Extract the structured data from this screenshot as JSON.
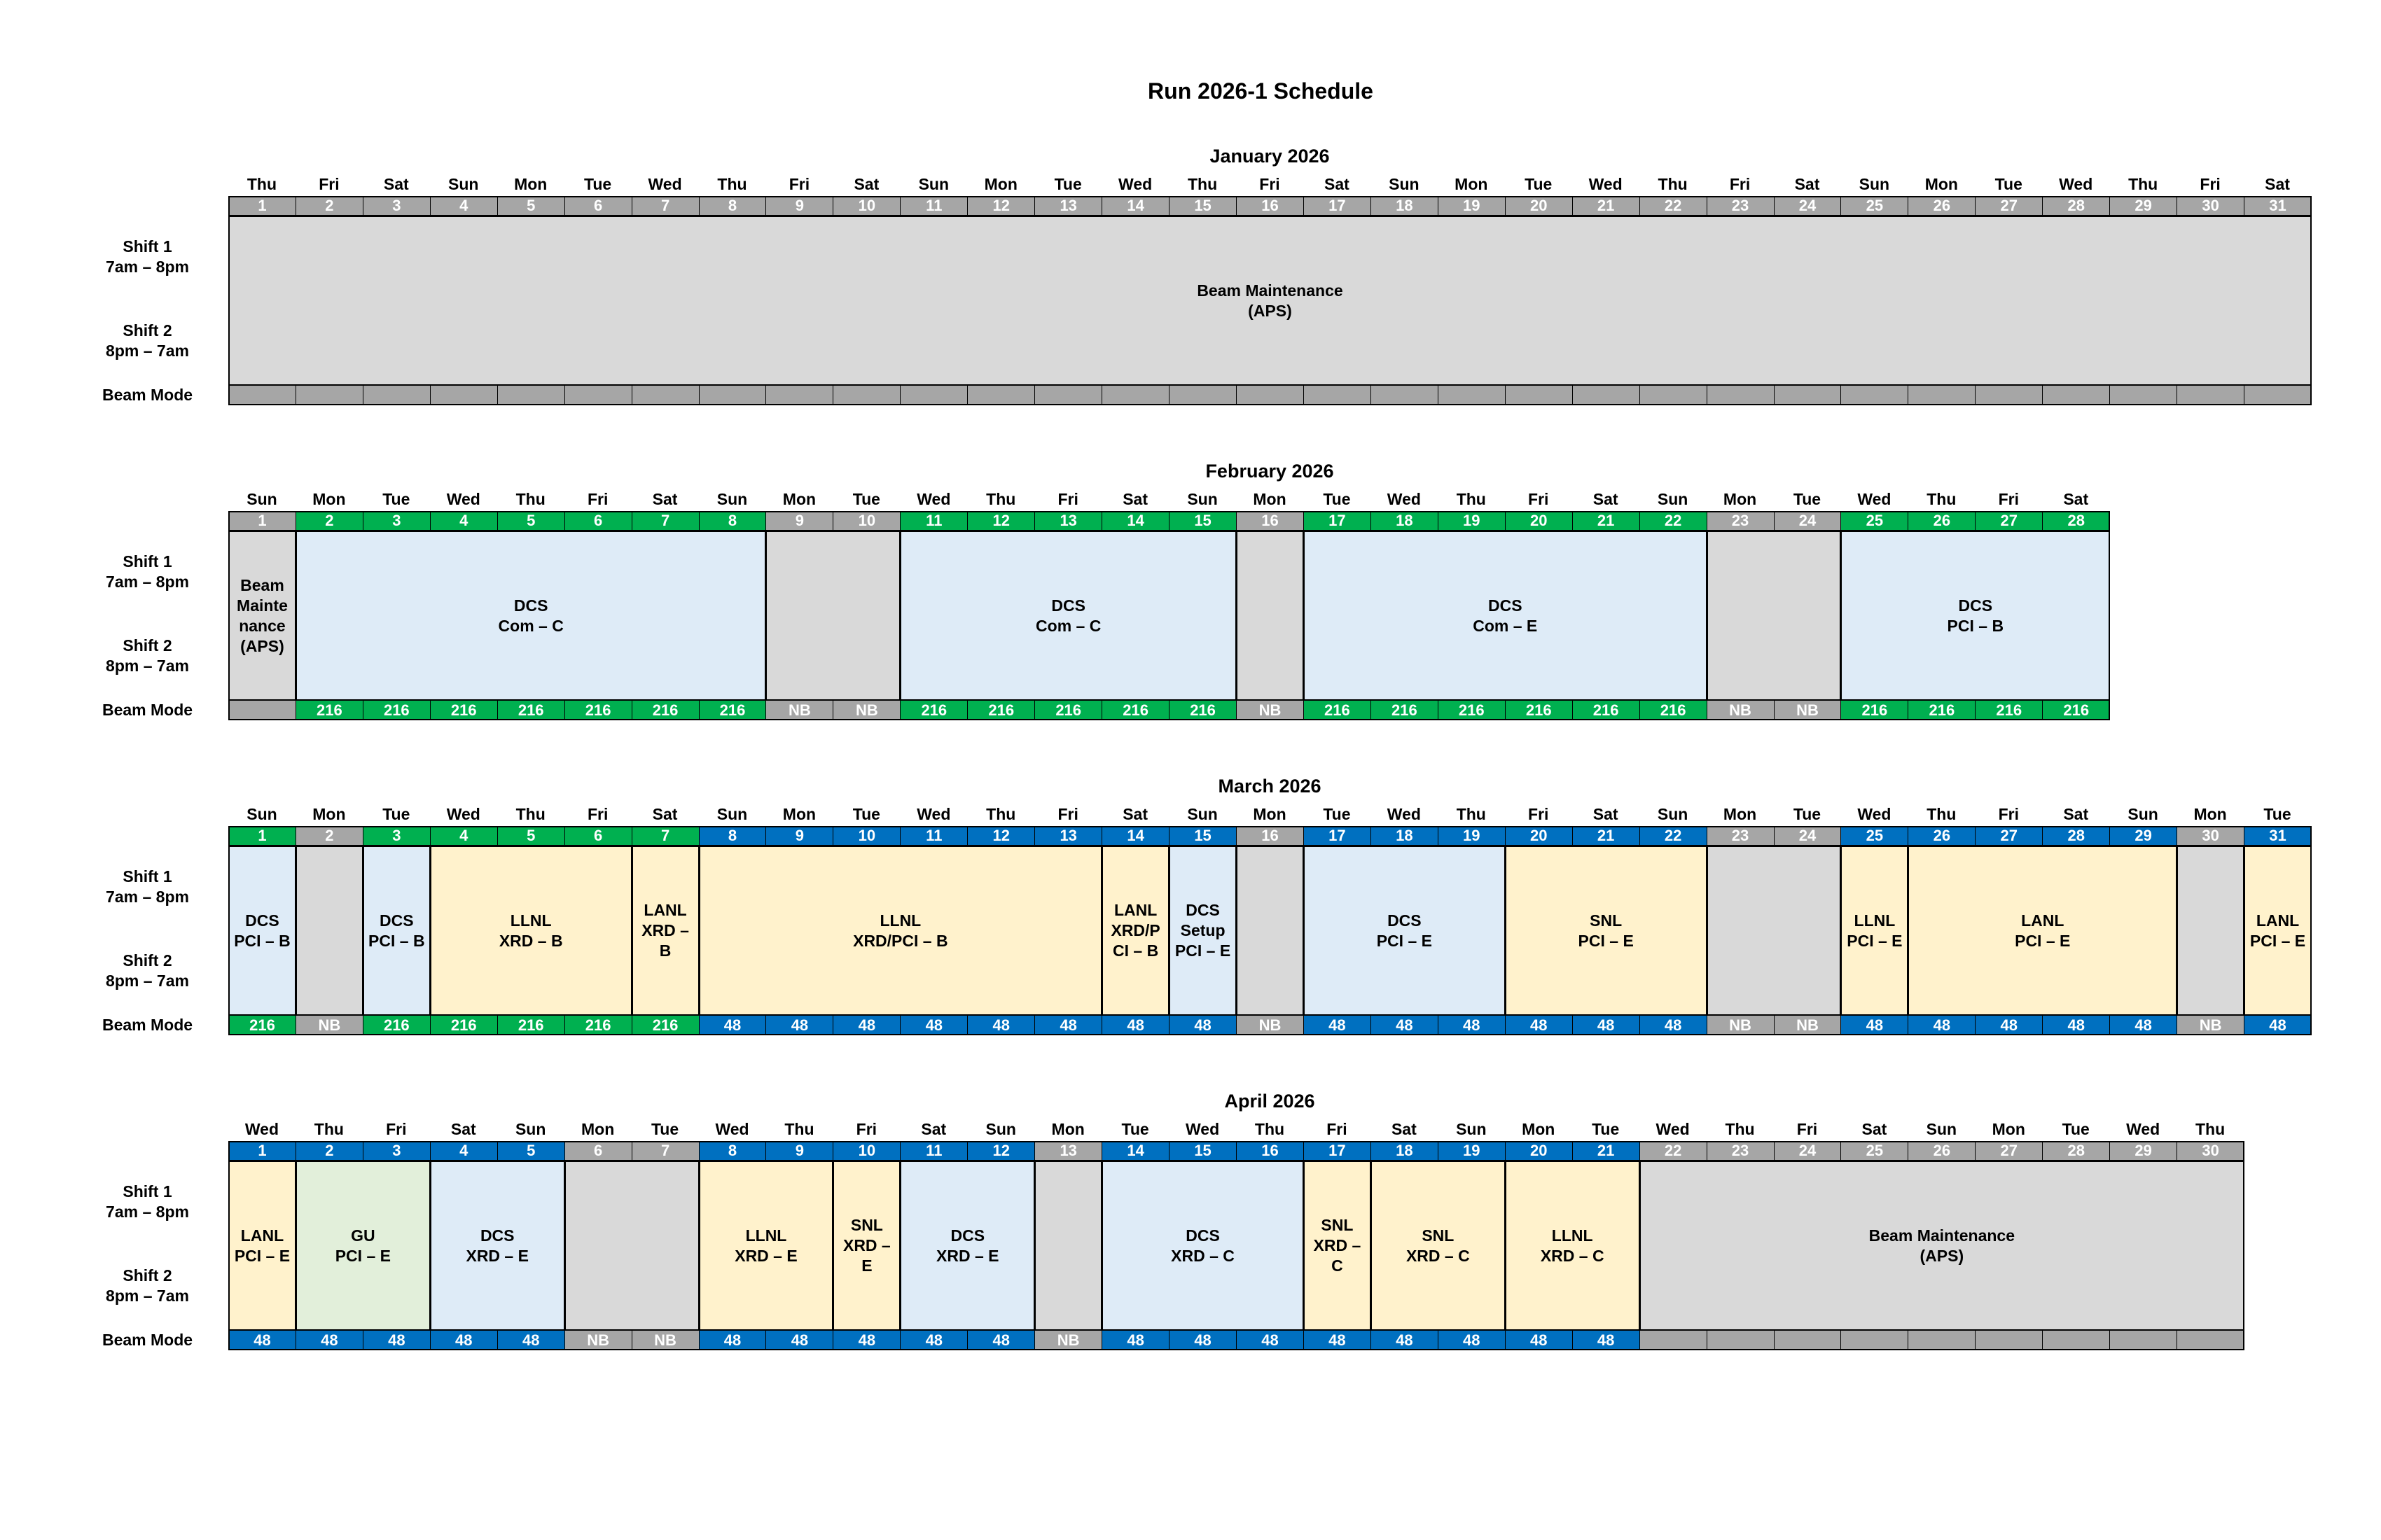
{
  "title": "Run 2026-1 Schedule",
  "labels": {
    "shift1": "Shift 1\n7am – 8pm",
    "shift2": "Shift 2\n8pm – 7am",
    "beam_mode": "Beam Mode"
  },
  "colors": {
    "mode": {
      "216": "#00b050",
      "48": "#0070c0",
      "NB": "#a6a6a6",
      "": "#a6a6a6"
    },
    "event": {
      "maint": "#d9d9d9",
      "blank": "#d9d9d9",
      "dcs": "#deebf7",
      "nat": "#fff2cc",
      "gu": "#e2efda"
    }
  },
  "months": [
    {
      "name": "January 2026",
      "days": [
        {
          "n": "1",
          "d": "Thu",
          "m": ""
        },
        {
          "n": "2",
          "d": "Fri",
          "m": ""
        },
        {
          "n": "3",
          "d": "Sat",
          "m": ""
        },
        {
          "n": "4",
          "d": "Sun",
          "m": ""
        },
        {
          "n": "5",
          "d": "Mon",
          "m": ""
        },
        {
          "n": "6",
          "d": "Tue",
          "m": ""
        },
        {
          "n": "7",
          "d": "Wed",
          "m": ""
        },
        {
          "n": "8",
          "d": "Thu",
          "m": ""
        },
        {
          "n": "9",
          "d": "Fri",
          "m": ""
        },
        {
          "n": "10",
          "d": "Sat",
          "m": ""
        },
        {
          "n": "11",
          "d": "Sun",
          "m": ""
        },
        {
          "n": "12",
          "d": "Mon",
          "m": ""
        },
        {
          "n": "13",
          "d": "Tue",
          "m": ""
        },
        {
          "n": "14",
          "d": "Wed",
          "m": ""
        },
        {
          "n": "15",
          "d": "Thu",
          "m": ""
        },
        {
          "n": "16",
          "d": "Fri",
          "m": ""
        },
        {
          "n": "17",
          "d": "Sat",
          "m": ""
        },
        {
          "n": "18",
          "d": "Sun",
          "m": ""
        },
        {
          "n": "19",
          "d": "Mon",
          "m": ""
        },
        {
          "n": "20",
          "d": "Tue",
          "m": ""
        },
        {
          "n": "21",
          "d": "Wed",
          "m": ""
        },
        {
          "n": "22",
          "d": "Thu",
          "m": ""
        },
        {
          "n": "23",
          "d": "Fri",
          "m": ""
        },
        {
          "n": "24",
          "d": "Sat",
          "m": ""
        },
        {
          "n": "25",
          "d": "Sun",
          "m": ""
        },
        {
          "n": "26",
          "d": "Mon",
          "m": ""
        },
        {
          "n": "27",
          "d": "Tue",
          "m": ""
        },
        {
          "n": "28",
          "d": "Wed",
          "m": ""
        },
        {
          "n": "29",
          "d": "Thu",
          "m": ""
        },
        {
          "n": "30",
          "d": "Fri",
          "m": ""
        },
        {
          "n": "31",
          "d": "Sat",
          "m": ""
        }
      ],
      "events": [
        {
          "start": 1,
          "end": 31,
          "label": "Beam Maintenance\n(APS)",
          "kind": "maint"
        }
      ]
    },
    {
      "name": "February 2026",
      "days": [
        {
          "n": "1",
          "d": "Sun",
          "m": ""
        },
        {
          "n": "2",
          "d": "Mon",
          "m": "216"
        },
        {
          "n": "3",
          "d": "Tue",
          "m": "216"
        },
        {
          "n": "4",
          "d": "Wed",
          "m": "216"
        },
        {
          "n": "5",
          "d": "Thu",
          "m": "216"
        },
        {
          "n": "6",
          "d": "Fri",
          "m": "216"
        },
        {
          "n": "7",
          "d": "Sat",
          "m": "216"
        },
        {
          "n": "8",
          "d": "Sun",
          "m": "216"
        },
        {
          "n": "9",
          "d": "Mon",
          "m": "NB"
        },
        {
          "n": "10",
          "d": "Tue",
          "m": "NB"
        },
        {
          "n": "11",
          "d": "Wed",
          "m": "216"
        },
        {
          "n": "12",
          "d": "Thu",
          "m": "216"
        },
        {
          "n": "13",
          "d": "Fri",
          "m": "216"
        },
        {
          "n": "14",
          "d": "Sat",
          "m": "216"
        },
        {
          "n": "15",
          "d": "Sun",
          "m": "216"
        },
        {
          "n": "16",
          "d": "Mon",
          "m": "NB"
        },
        {
          "n": "17",
          "d": "Tue",
          "m": "216"
        },
        {
          "n": "18",
          "d": "Wed",
          "m": "216"
        },
        {
          "n": "19",
          "d": "Thu",
          "m": "216"
        },
        {
          "n": "20",
          "d": "Fri",
          "m": "216"
        },
        {
          "n": "21",
          "d": "Sat",
          "m": "216"
        },
        {
          "n": "22",
          "d": "Sun",
          "m": "216"
        },
        {
          "n": "23",
          "d": "Mon",
          "m": "NB"
        },
        {
          "n": "24",
          "d": "Tue",
          "m": "NB"
        },
        {
          "n": "25",
          "d": "Wed",
          "m": "216"
        },
        {
          "n": "26",
          "d": "Thu",
          "m": "216"
        },
        {
          "n": "27",
          "d": "Fri",
          "m": "216"
        },
        {
          "n": "28",
          "d": "Sat",
          "m": "216"
        }
      ],
      "events": [
        {
          "start": 1,
          "end": 1,
          "label": "Beam\nMainte\nnance\n(APS)",
          "kind": "maint"
        },
        {
          "start": 2,
          "end": 8,
          "label": "DCS\nCom – C",
          "kind": "dcs"
        },
        {
          "start": 9,
          "end": 10,
          "label": "",
          "kind": "blank"
        },
        {
          "start": 11,
          "end": 15,
          "label": "DCS\nCom – C",
          "kind": "dcs"
        },
        {
          "start": 16,
          "end": 16,
          "label": "",
          "kind": "blank"
        },
        {
          "start": 17,
          "end": 22,
          "label": "DCS\nCom – E",
          "kind": "dcs"
        },
        {
          "start": 23,
          "end": 24,
          "label": "",
          "kind": "blank"
        },
        {
          "start": 25,
          "end": 28,
          "label": "DCS\nPCI – B",
          "kind": "dcs"
        }
      ]
    },
    {
      "name": "March 2026",
      "days": [
        {
          "n": "1",
          "d": "Sun",
          "m": "216"
        },
        {
          "n": "2",
          "d": "Mon",
          "m": "NB"
        },
        {
          "n": "3",
          "d": "Tue",
          "m": "216"
        },
        {
          "n": "4",
          "d": "Wed",
          "m": "216"
        },
        {
          "n": "5",
          "d": "Thu",
          "m": "216"
        },
        {
          "n": "6",
          "d": "Fri",
          "m": "216"
        },
        {
          "n": "7",
          "d": "Sat",
          "m": "216"
        },
        {
          "n": "8",
          "d": "Sun",
          "m": "48"
        },
        {
          "n": "9",
          "d": "Mon",
          "m": "48"
        },
        {
          "n": "10",
          "d": "Tue",
          "m": "48"
        },
        {
          "n": "11",
          "d": "Wed",
          "m": "48"
        },
        {
          "n": "12",
          "d": "Thu",
          "m": "48"
        },
        {
          "n": "13",
          "d": "Fri",
          "m": "48"
        },
        {
          "n": "14",
          "d": "Sat",
          "m": "48"
        },
        {
          "n": "15",
          "d": "Sun",
          "m": "48"
        },
        {
          "n": "16",
          "d": "Mon",
          "m": "NB"
        },
        {
          "n": "17",
          "d": "Tue",
          "m": "48"
        },
        {
          "n": "18",
          "d": "Wed",
          "m": "48"
        },
        {
          "n": "19",
          "d": "Thu",
          "m": "48"
        },
        {
          "n": "20",
          "d": "Fri",
          "m": "48"
        },
        {
          "n": "21",
          "d": "Sat",
          "m": "48"
        },
        {
          "n": "22",
          "d": "Sun",
          "m": "48"
        },
        {
          "n": "23",
          "d": "Mon",
          "m": "NB"
        },
        {
          "n": "24",
          "d": "Tue",
          "m": "NB"
        },
        {
          "n": "25",
          "d": "Wed",
          "m": "48"
        },
        {
          "n": "26",
          "d": "Thu",
          "m": "48"
        },
        {
          "n": "27",
          "d": "Fri",
          "m": "48"
        },
        {
          "n": "28",
          "d": "Sat",
          "m": "48"
        },
        {
          "n": "29",
          "d": "Sun",
          "m": "48"
        },
        {
          "n": "30",
          "d": "Mon",
          "m": "NB"
        },
        {
          "n": "31",
          "d": "Tue",
          "m": "48"
        }
      ],
      "events": [
        {
          "start": 1,
          "end": 1,
          "label": "DCS\nPCI – B",
          "kind": "dcs"
        },
        {
          "start": 2,
          "end": 2,
          "label": "",
          "kind": "blank"
        },
        {
          "start": 3,
          "end": 3,
          "label": "DCS\nPCI – B",
          "kind": "dcs"
        },
        {
          "start": 4,
          "end": 6,
          "label": "LLNL\nXRD – B",
          "kind": "nat"
        },
        {
          "start": 7,
          "end": 7,
          "label": "LANL\nXRD –\nB",
          "kind": "nat"
        },
        {
          "start": 8,
          "end": 13,
          "label": "LLNL\nXRD/PCI – B",
          "kind": "nat"
        },
        {
          "start": 14,
          "end": 14,
          "label": "LANL\nXRD/P\nCI – B",
          "kind": "nat"
        },
        {
          "start": 15,
          "end": 15,
          "label": "DCS\nSetup\nPCI – E",
          "kind": "dcs"
        },
        {
          "start": 16,
          "end": 16,
          "label": "",
          "kind": "blank"
        },
        {
          "start": 17,
          "end": 19,
          "label": "DCS\nPCI – E",
          "kind": "dcs"
        },
        {
          "start": 20,
          "end": 22,
          "label": "SNL\nPCI – E",
          "kind": "nat"
        },
        {
          "start": 23,
          "end": 24,
          "label": "",
          "kind": "blank"
        },
        {
          "start": 25,
          "end": 25,
          "label": "LLNL\nPCI – E",
          "kind": "nat"
        },
        {
          "start": 26,
          "end": 29,
          "label": "LANL\nPCI – E",
          "kind": "nat"
        },
        {
          "start": 30,
          "end": 30,
          "label": "",
          "kind": "blank"
        },
        {
          "start": 31,
          "end": 31,
          "label": "LANL\nPCI – E",
          "kind": "nat"
        }
      ]
    },
    {
      "name": "April 2026",
      "days": [
        {
          "n": "1",
          "d": "Wed",
          "m": "48"
        },
        {
          "n": "2",
          "d": "Thu",
          "m": "48"
        },
        {
          "n": "3",
          "d": "Fri",
          "m": "48"
        },
        {
          "n": "4",
          "d": "Sat",
          "m": "48"
        },
        {
          "n": "5",
          "d": "Sun",
          "m": "48"
        },
        {
          "n": "6",
          "d": "Mon",
          "m": "NB"
        },
        {
          "n": "7",
          "d": "Tue",
          "m": "NB"
        },
        {
          "n": "8",
          "d": "Wed",
          "m": "48"
        },
        {
          "n": "9",
          "d": "Thu",
          "m": "48"
        },
        {
          "n": "10",
          "d": "Fri",
          "m": "48"
        },
        {
          "n": "11",
          "d": "Sat",
          "m": "48"
        },
        {
          "n": "12",
          "d": "Sun",
          "m": "48"
        },
        {
          "n": "13",
          "d": "Mon",
          "m": "NB"
        },
        {
          "n": "14",
          "d": "Tue",
          "m": "48"
        },
        {
          "n": "15",
          "d": "Wed",
          "m": "48"
        },
        {
          "n": "16",
          "d": "Thu",
          "m": "48"
        },
        {
          "n": "17",
          "d": "Fri",
          "m": "48"
        },
        {
          "n": "18",
          "d": "Sat",
          "m": "48"
        },
        {
          "n": "19",
          "d": "Sun",
          "m": "48"
        },
        {
          "n": "20",
          "d": "Mon",
          "m": "48"
        },
        {
          "n": "21",
          "d": "Tue",
          "m": "48"
        },
        {
          "n": "22",
          "d": "Wed",
          "m": ""
        },
        {
          "n": "23",
          "d": "Thu",
          "m": ""
        },
        {
          "n": "24",
          "d": "Fri",
          "m": ""
        },
        {
          "n": "25",
          "d": "Sat",
          "m": ""
        },
        {
          "n": "26",
          "d": "Sun",
          "m": ""
        },
        {
          "n": "27",
          "d": "Mon",
          "m": ""
        },
        {
          "n": "28",
          "d": "Tue",
          "m": ""
        },
        {
          "n": "29",
          "d": "Wed",
          "m": ""
        },
        {
          "n": "30",
          "d": "Thu",
          "m": ""
        }
      ],
      "events": [
        {
          "start": 1,
          "end": 1,
          "label": "LANL\nPCI – E",
          "kind": "nat"
        },
        {
          "start": 2,
          "end": 3,
          "label": "GU\nPCI – E",
          "kind": "gu"
        },
        {
          "start": 4,
          "end": 5,
          "label": "DCS\nXRD – E",
          "kind": "dcs"
        },
        {
          "start": 6,
          "end": 7,
          "label": "",
          "kind": "blank"
        },
        {
          "start": 8,
          "end": 9,
          "label": "LLNL\nXRD – E",
          "kind": "nat"
        },
        {
          "start": 10,
          "end": 10,
          "label": "SNL\nXRD –\nE",
          "kind": "nat"
        },
        {
          "start": 11,
          "end": 12,
          "label": "DCS\nXRD – E",
          "kind": "dcs"
        },
        {
          "start": 13,
          "end": 13,
          "label": "",
          "kind": "blank"
        },
        {
          "start": 14,
          "end": 16,
          "label": "DCS\nXRD – C",
          "kind": "dcs"
        },
        {
          "start": 17,
          "end": 17,
          "label": "SNL\nXRD –\nC",
          "kind": "nat"
        },
        {
          "start": 18,
          "end": 19,
          "label": "SNL\nXRD – C",
          "kind": "nat"
        },
        {
          "start": 20,
          "end": 21,
          "label": "LLNL\nXRD – C",
          "kind": "nat"
        },
        {
          "start": 22,
          "end": 30,
          "label": "Beam Maintenance\n(APS)",
          "kind": "maint"
        }
      ]
    }
  ]
}
